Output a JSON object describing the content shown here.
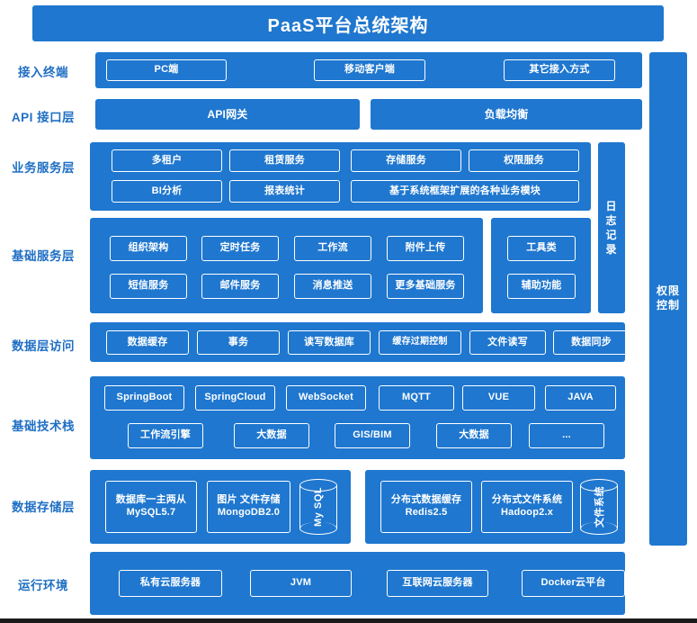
{
  "title": "PaaS平台总统架构",
  "colors": {
    "panel_blue": "#1f77cf",
    "label_blue": "#1f6fc4",
    "box_border": "#ffffff",
    "page_bg": "#ffffff",
    "bottom_strip": "#1b1b1b"
  },
  "rows": [
    {
      "key": "access",
      "label": "接入终端"
    },
    {
      "key": "api",
      "label": "API 接口层"
    },
    {
      "key": "business",
      "label": "业务服务层"
    },
    {
      "key": "basic",
      "label": "基础服务层"
    },
    {
      "key": "dataacc",
      "label": "数据层访问"
    },
    {
      "key": "tech",
      "label": "基础技术栈"
    },
    {
      "key": "storage",
      "label": "数据存储层"
    },
    {
      "key": "runtime",
      "label": "运行环境"
    }
  ],
  "access": {
    "items": [
      "PC端",
      "移动客户端",
      "其它接入方式"
    ]
  },
  "api": {
    "items": [
      "API网关",
      "负载均衡"
    ]
  },
  "business": {
    "row1": [
      "多租户",
      "租赁服务",
      "存储服务",
      "权限服务"
    ],
    "row2": [
      "BI分析",
      "报表统计",
      "基于系统框架扩展的各种业务模块"
    ]
  },
  "basic": {
    "row1": [
      "组织架构",
      "定时任务",
      "工作流",
      "附件上传"
    ],
    "row2": [
      "短信服务",
      "邮件服务",
      "消息推送",
      "更多基础服务"
    ],
    "side": [
      "工具类",
      "辅助功能"
    ]
  },
  "dataacc": {
    "items": [
      "数据缓存",
      "事务",
      "读写数据库",
      "缓存过期控制",
      "文件读写",
      "数据同步"
    ]
  },
  "tech": {
    "row1": [
      "SpringBoot",
      "SpringCloud",
      "WebSocket",
      "MQTT",
      "VUE",
      "JAVA"
    ],
    "row2": [
      "工作流引擎",
      "大数据",
      "GIS/BIM",
      "大数据",
      "..."
    ]
  },
  "storage": {
    "left": {
      "boxes": [
        {
          "line1": "数据库一主两从",
          "line2": "MySQL5.7"
        },
        {
          "line1": "图片 文件存储",
          "line2": "MongoDB2.0"
        }
      ],
      "cylinder": "My SQL"
    },
    "right": {
      "boxes": [
        {
          "line1": "分布式数据缓存",
          "line2": "Redis2.5"
        },
        {
          "line1": "分布式文件系统",
          "line2": "Hadoop2.x"
        }
      ],
      "cylinder": "文件系统"
    }
  },
  "runtime": {
    "items": [
      "私有云服务器",
      "JVM",
      "互联网云服务器",
      "Docker云平台"
    ]
  },
  "sidebars": {
    "log": "日志记录",
    "auth_line1": "权限",
    "auth_line2": "控制"
  }
}
